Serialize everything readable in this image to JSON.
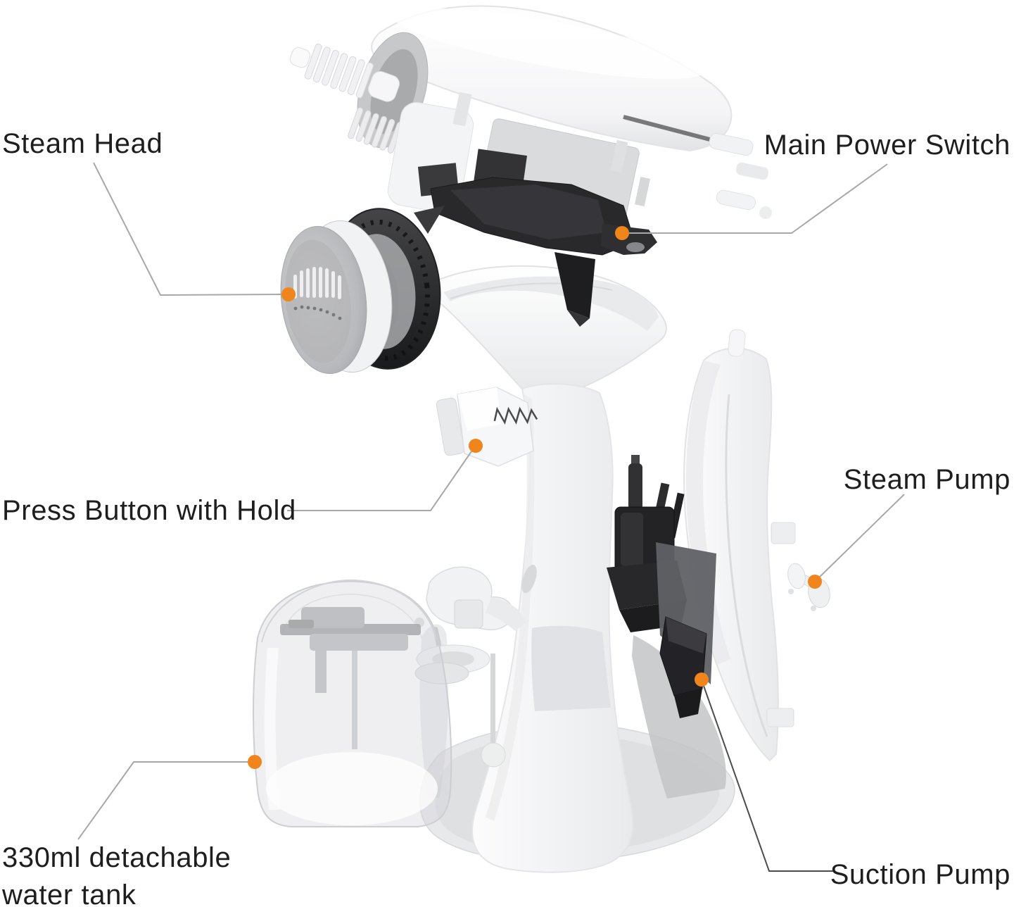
{
  "diagram": {
    "labels": {
      "steam_head": "Steam Head",
      "main_power_switch": "Main Power Switch",
      "press_button": "Press Button with Hold",
      "steam_pump": "Steam Pump",
      "water_tank": "330ml detachable water tank",
      "suction_pump": "Suction Pump"
    },
    "colors": {
      "background": "#FFFFFF",
      "accent_dot": "#F0861B",
      "callout_line": "#A8A8A8",
      "callout_line_dark": "#4C4C4C",
      "label_text": "#1E1E1E"
    }
  }
}
